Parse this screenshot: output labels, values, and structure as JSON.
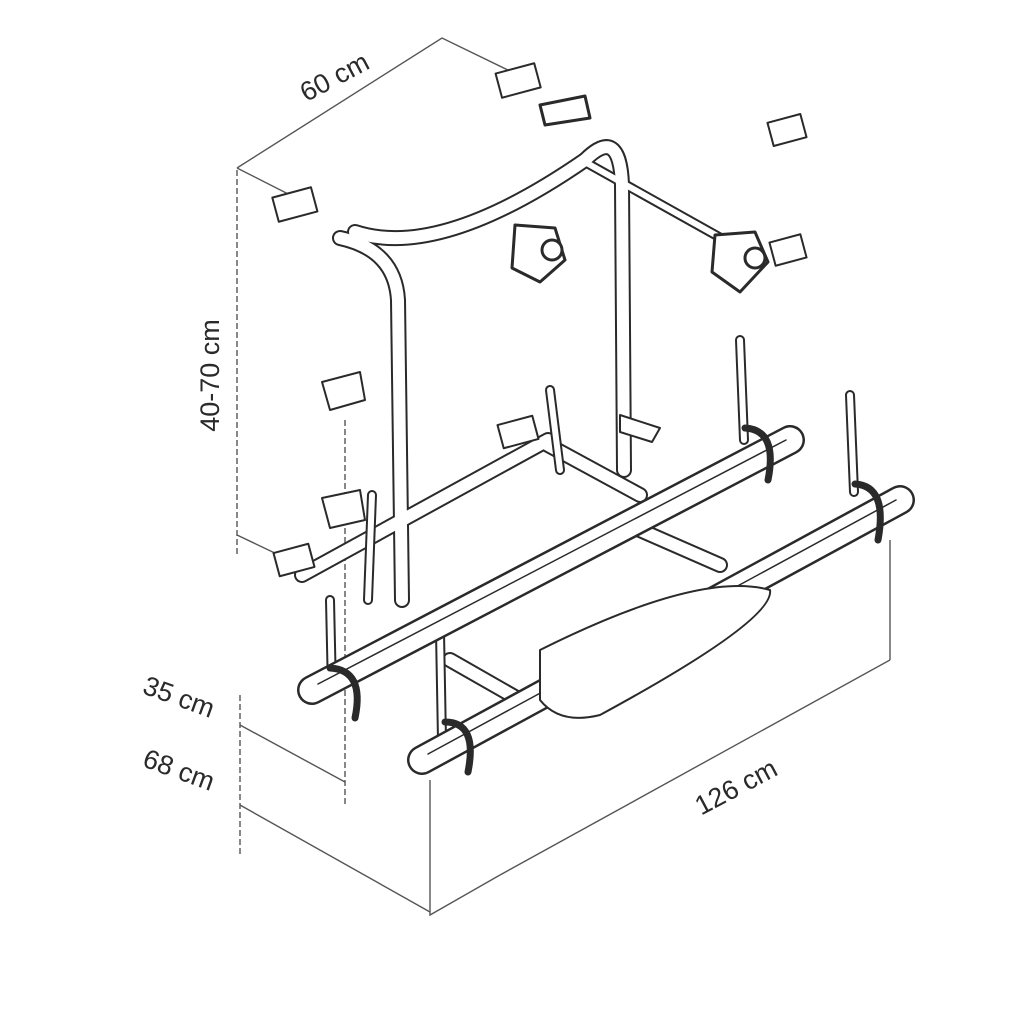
{
  "dimensions": {
    "depth": "60 cm",
    "height_range": "40-70 cm",
    "lower_offset": "35 cm",
    "ground_height": "68 cm",
    "width": "126 cm"
  },
  "colors": {
    "line": "#2a2a2a",
    "tube_fill": "#ffffff"
  }
}
